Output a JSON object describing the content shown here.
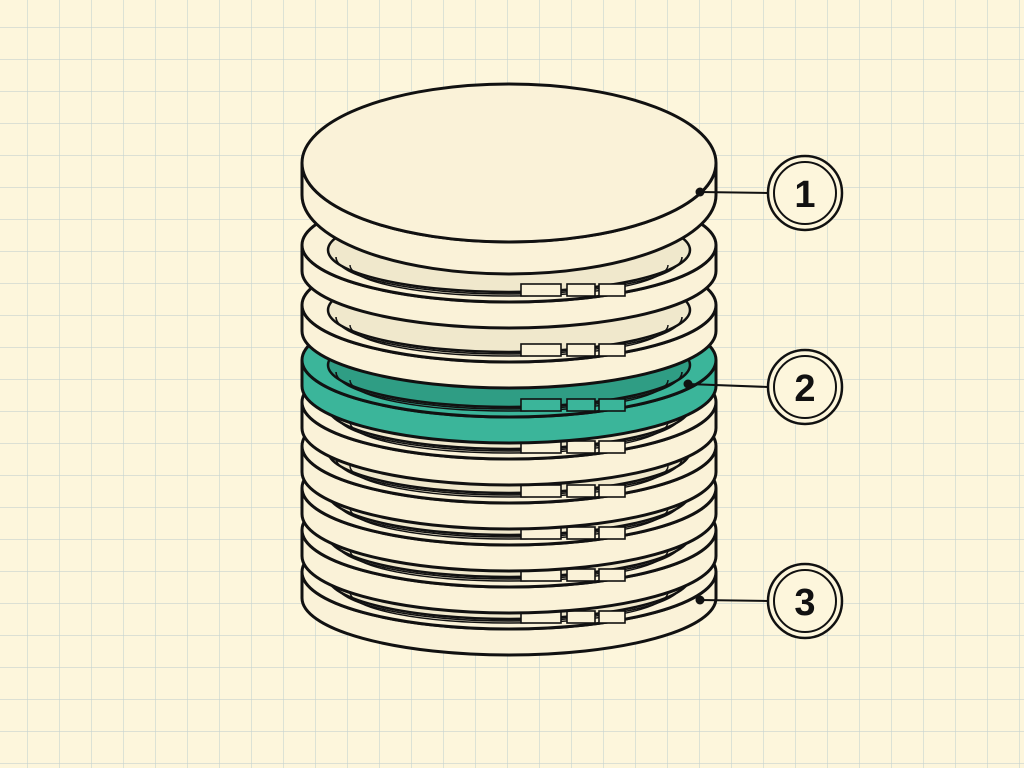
{
  "diagram": {
    "colors": {
      "background": "#fdf6dc",
      "grid": "#c7d3d0",
      "ring_fill": "#faf2d8",
      "ring_inner": "#f0e8cc",
      "highlight_fill": "#3bb59a",
      "highlight_inner": "#2f9d84",
      "outline": "#111111"
    },
    "callouts": [
      {
        "label": "1",
        "target": "top-cap"
      },
      {
        "label": "2",
        "target": "highlighted-ring"
      },
      {
        "label": "3",
        "target": "bottom-ring"
      }
    ]
  }
}
